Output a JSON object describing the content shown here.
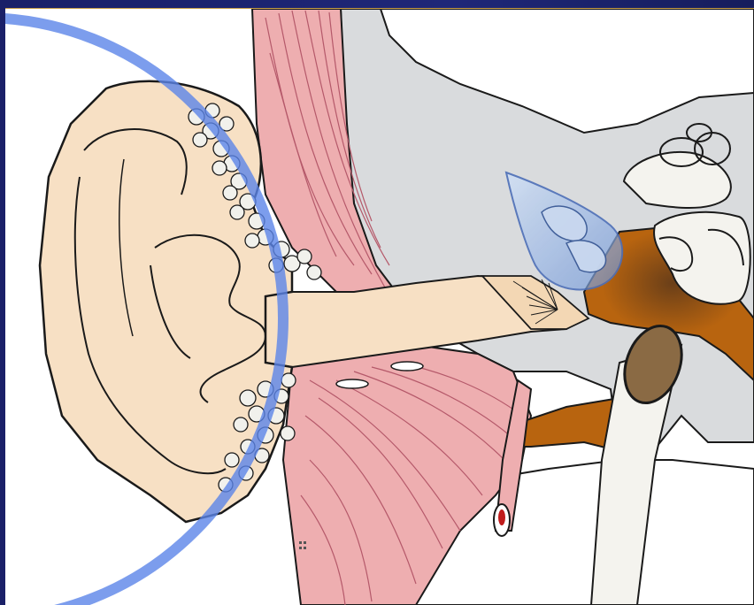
{
  "colors": {
    "frame": "#1a2068",
    "frame_accent": "#c9a04a",
    "background": "#ffffff",
    "skin": "#f7e0c4",
    "cartilage_grey": "#d9dbdd",
    "muscle_pink": "#eeaeb0",
    "muscle_line": "#b5596a",
    "bone_brown": "#b8640f",
    "inner_ear_bone": "#f4f3ee",
    "highlight_circle": "#5b85e8",
    "glass_drop": "#8fb2e6",
    "outline": "#1a1a1a"
  },
  "banner": {
    "text_fragment": ""
  },
  "structures": [
    "outer-ear",
    "ear-canal",
    "eardrum",
    "middle-ear-ossicles",
    "cochlea",
    "eustachian-tube",
    "muscle-tissue",
    "glands",
    "temporal-bone"
  ]
}
